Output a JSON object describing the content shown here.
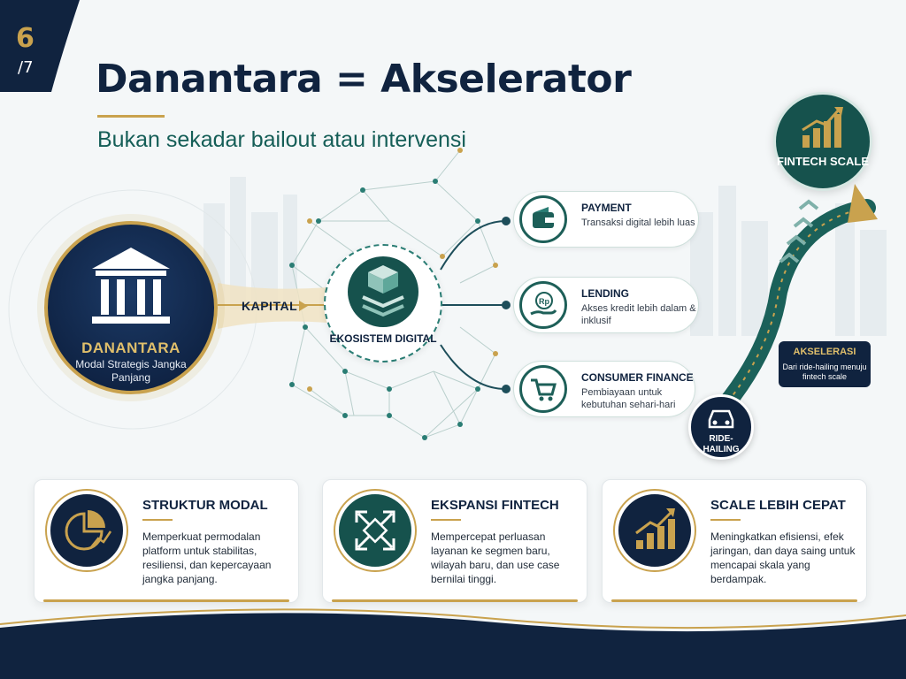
{
  "page": {
    "number": "6",
    "total": "/7"
  },
  "header": {
    "title": "Danantara = Akselerator",
    "subtitle": "Bukan sekadar bailout atau intervensi"
  },
  "danantara": {
    "name": "DANANTARA",
    "desc": "Modal Strategis Jangka Panjang"
  },
  "flow_label": "KAPITAL",
  "ecosystem": {
    "label": "EKOSISTEM DIGITAL"
  },
  "branches": [
    {
      "title": "PAYMENT",
      "desc": "Transaksi digital lebih luas",
      "icon": "wallet-icon"
    },
    {
      "title": "LENDING",
      "desc": "Akses kredit lebih dalam & inklusif",
      "icon": "rupiah-hand-icon"
    },
    {
      "title": "CONSUMER FINANCE",
      "desc": "Pembiayaan untuk kebutuhan sehari-hari",
      "icon": "shopping-cart-icon"
    }
  ],
  "growth": {
    "target": "FINTECH SCALE",
    "start": "RIDE-HAILING",
    "callout_title": "AKSELERASI",
    "callout_desc": "Dari ride-hailing menuju fintech scale"
  },
  "cards": [
    {
      "title": "STRUKTUR MODAL",
      "desc": "Memperkuat permodalan platform untuk stabilitas, resiliensi, dan kepercayaan jangka panjang.",
      "icon": "pie-chart-growth-icon"
    },
    {
      "title": "EKSPANSI FINTECH",
      "desc": "Mempercepat perluasan layanan ke segmen baru, wilayah baru, dan use case bernilai tinggi.",
      "icon": "expand-arrows-icon"
    },
    {
      "title": "SCALE LEBIH CEPAT",
      "desc": "Meningkatkan efisiensi, efek jaringan, dan daya saing untuk mencapai skala yang berdampak.",
      "icon": "bar-chart-growth-icon"
    }
  ],
  "colors": {
    "navy": "#10233f",
    "teal": "#16524d",
    "gold": "#c9a24e",
    "background": "#f4f7f8"
  }
}
